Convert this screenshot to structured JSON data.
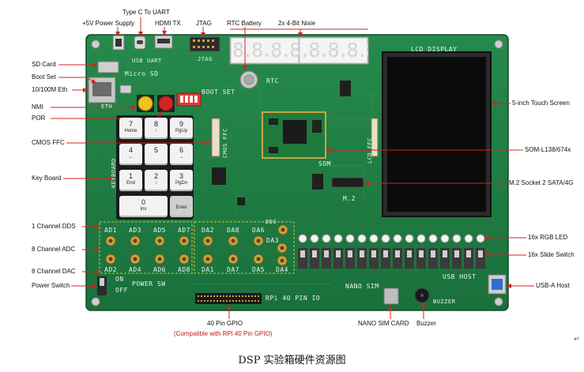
{
  "labels": {
    "top": {
      "power": "+5V Power Supply",
      "typec": "Type C To UART",
      "hdmi": "HDMI TX",
      "jtag": "JTAG",
      "rtc": "RTC Battery",
      "nixie": "2x 4-Bit Nixie"
    },
    "left": {
      "sd": "SD Card",
      "bootset": "Boot Set",
      "eth": "10/100M Eth",
      "nmi": "NMI",
      "por": "POR",
      "cmos": "CMOS FFC",
      "keyboard": "Key Board",
      "dds": "1 Channel DDS",
      "adc": "8 Channel ADC",
      "dac": "8 Channel DAC",
      "powersw": "Power Switch"
    },
    "right": {
      "touch": "5-inch Touch Screen",
      "som": "SOM-L138/674x",
      "m2": "M.2 Socket 2 SATA/4G",
      "rgb": "16x RGB LED",
      "slide": "16x Slide Switch",
      "usba": "USB-A Host"
    },
    "bottom": {
      "gpio": "40 Pin GPIO",
      "gpio_sub": "(Compatible with RPi 40 Pin GPIO)",
      "nanosim": "NANO SIM CARD",
      "buzzer": "Buzzer"
    }
  },
  "silk": {
    "usb_uart": "USB UART",
    "micro_sd": "Micro SD",
    "boot_set": "BOOT SET",
    "eth": "ETH",
    "jtag": "JTAG",
    "rtc": "RTC",
    "lcd_display": "LCD DISPLAY",
    "lcd_ffc": "LCD FFC",
    "cmos_ffc": "CMOS FFC",
    "keyboard": "KEYBOARD",
    "som": "SOM",
    "m2": "M.2",
    "dds": "DDS",
    "ad_top": [
      "AD1",
      "AD3",
      "AD5",
      "AD7"
    ],
    "ad_bottom": [
      "AD2",
      "AD4",
      "AD6",
      "AD8"
    ],
    "da_top": [
      "DA2",
      "DA8",
      "DA6"
    ],
    "da3": "DA3",
    "da_bottom": [
      "DA1",
      "DA7",
      "DA5",
      "DA4"
    ],
    "on": "ON",
    "off": "OFF",
    "power_sw": "POWER SW",
    "rpi_io": "RPi 40 PIN IO",
    "nano_sim": "NANO SIM",
    "buzzer": "BUZZER",
    "usb_host": "USB HOST",
    "nixie_digits": "8.8.8.8.8.8.8.8."
  },
  "keys": [
    {
      "num": "7",
      "sub": "Home"
    },
    {
      "num": "8",
      "sub": "↑"
    },
    {
      "num": "9",
      "sub": "PgUp"
    },
    {
      "num": "4",
      "sub": "←"
    },
    {
      "num": "5",
      "sub": ""
    },
    {
      "num": "6",
      "sub": "→"
    },
    {
      "num": "1",
      "sub": "End"
    },
    {
      "num": "2",
      "sub": "↓"
    },
    {
      "num": "3",
      "sub": "PgDn"
    },
    {
      "num": "0",
      "sub": "Ins"
    },
    {
      "num": "",
      "sub": "Enter"
    }
  ],
  "caption": "DSP 实验箱硬件资源图",
  "colors": {
    "pcb": "#1f7d43",
    "pcb_dark": "#135a2e",
    "arrow": "#d42020",
    "nixie": "#f0f0f0",
    "lcd": "#0b0b0b",
    "gold": "#c9a441"
  }
}
